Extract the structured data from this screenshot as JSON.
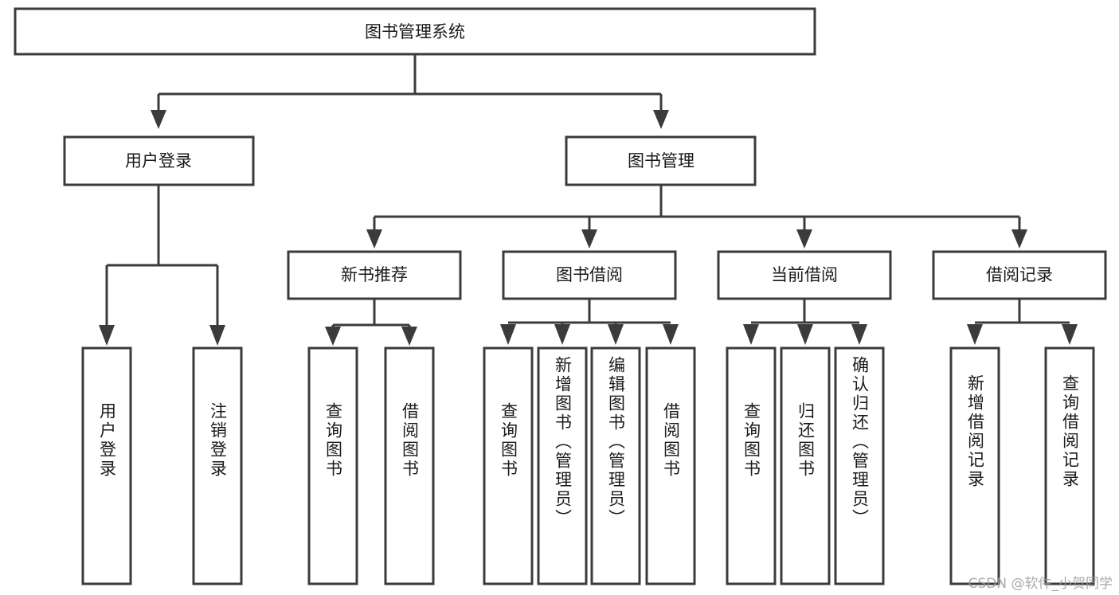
{
  "diagram": {
    "type": "tree",
    "title_node": {
      "id": "root",
      "label": "图书管理系统",
      "orientation": "horizontal"
    },
    "level1": [
      {
        "id": "user-login",
        "label": "用户登录",
        "orientation": "horizontal"
      },
      {
        "id": "book-manage",
        "label": "图书管理",
        "orientation": "horizontal"
      }
    ],
    "level2": [
      {
        "id": "new-book-recommend",
        "label": "新书推荐",
        "orientation": "horizontal",
        "parent": "book-manage"
      },
      {
        "id": "book-borrow",
        "label": "图书借阅",
        "orientation": "horizontal",
        "parent": "book-manage"
      },
      {
        "id": "current-borrow",
        "label": "当前借阅",
        "orientation": "horizontal",
        "parent": "book-manage"
      },
      {
        "id": "borrow-record",
        "label": "借阅记录",
        "orientation": "horizontal",
        "parent": "book-manage"
      }
    ],
    "leaves": [
      {
        "id": "leaf-user-login",
        "label": "用户登录",
        "orientation": "vertical",
        "parent": "user-login"
      },
      {
        "id": "leaf-logout",
        "label": "注销登录",
        "orientation": "vertical",
        "parent": "user-login"
      },
      {
        "id": "leaf-query-book-1",
        "label": "查询图书",
        "orientation": "vertical",
        "parent": "new-book-recommend"
      },
      {
        "id": "leaf-borrow-book-1",
        "label": "借阅图书",
        "orientation": "vertical",
        "parent": "new-book-recommend"
      },
      {
        "id": "leaf-query-book-2",
        "label": "查询图书",
        "orientation": "vertical",
        "parent": "book-borrow"
      },
      {
        "id": "leaf-add-book",
        "label": "新增图书（管理员）",
        "orientation": "vertical",
        "parent": "book-borrow"
      },
      {
        "id": "leaf-edit-book",
        "label": "编辑图书（管理员）",
        "orientation": "vertical",
        "parent": "book-borrow"
      },
      {
        "id": "leaf-borrow-book-2",
        "label": "借阅图书",
        "orientation": "vertical",
        "parent": "book-borrow"
      },
      {
        "id": "leaf-query-book-3",
        "label": "查询图书",
        "orientation": "vertical",
        "parent": "current-borrow"
      },
      {
        "id": "leaf-return-book",
        "label": "归还图书",
        "orientation": "vertical",
        "parent": "current-borrow"
      },
      {
        "id": "leaf-confirm-return",
        "label": "确认归还（管理员）",
        "orientation": "vertical",
        "parent": "current-borrow"
      },
      {
        "id": "leaf-add-record",
        "label": "新增借阅记录",
        "orientation": "vertical",
        "parent": "borrow-record"
      },
      {
        "id": "leaf-query-record",
        "label": "查询借阅记录",
        "orientation": "vertical",
        "parent": "borrow-record"
      }
    ],
    "colors": {
      "stroke": "#3b3b3b",
      "box_fill": "#ffffff",
      "text": "#1a1a1a",
      "background": "#ffffff",
      "watermark": "#9b9b9b"
    }
  },
  "watermark": {
    "text": "CSDN @软件_小贺同学"
  }
}
